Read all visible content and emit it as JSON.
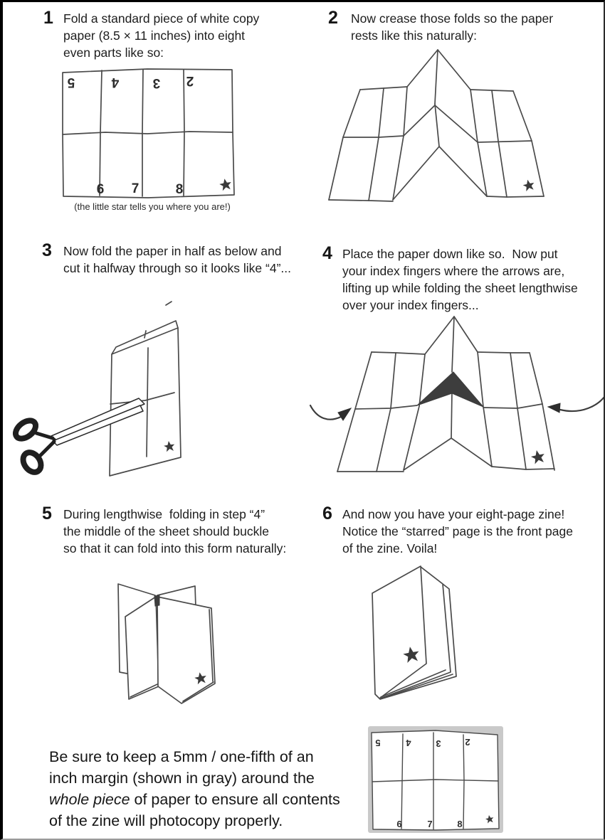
{
  "steps": [
    {
      "num": "1",
      "lines": [
        "Fold a standard piece of white copy",
        "paper (8.5 × 11 inches) into eight",
        "even parts like so:"
      ]
    },
    {
      "num": "2",
      "lines": [
        "Now crease those folds so the paper",
        "rests like this naturally:"
      ]
    },
    {
      "num": "3",
      "lines": [
        "Now fold the paper in half as below and",
        "cut it halfway through so it looks like “4”..."
      ]
    },
    {
      "num": "4",
      "lines": [
        "Place the paper down like so.  Now put",
        "your index fingers where the arrows are,",
        "lifting up while folding the sheet lengthwise",
        "over your index fingers..."
      ]
    },
    {
      "num": "5",
      "lines": [
        "During lengthwise  folding in step “4”",
        "the middle of the sheet should buckle",
        "so that it can fold into this form naturally:"
      ]
    },
    {
      "num": "6",
      "lines": [
        "And now you have your eight-page zine!",
        "Notice the “starred” page is the front page",
        "of the zine. Voila!"
      ]
    }
  ],
  "grid": {
    "caption": "(the little star tells you where you are!)",
    "top_numbers": [
      "5",
      "4",
      "3",
      "2"
    ],
    "bottom_numbers": [
      "6",
      "7",
      "8"
    ]
  },
  "footer": {
    "line1": "Be sure to keep a 5mm / one-fifth of an",
    "line2": "inch margin (shown in gray) around the",
    "italic": "whole piece",
    "after_italic": " of paper to ensure all contents",
    "line4": "of the zine will photocopy properly."
  },
  "colors": {
    "ink": "#4a4a4a",
    "text": "#1d1d1d",
    "margin_gray": "#c9c9c9",
    "star": "#3a3a3a"
  }
}
